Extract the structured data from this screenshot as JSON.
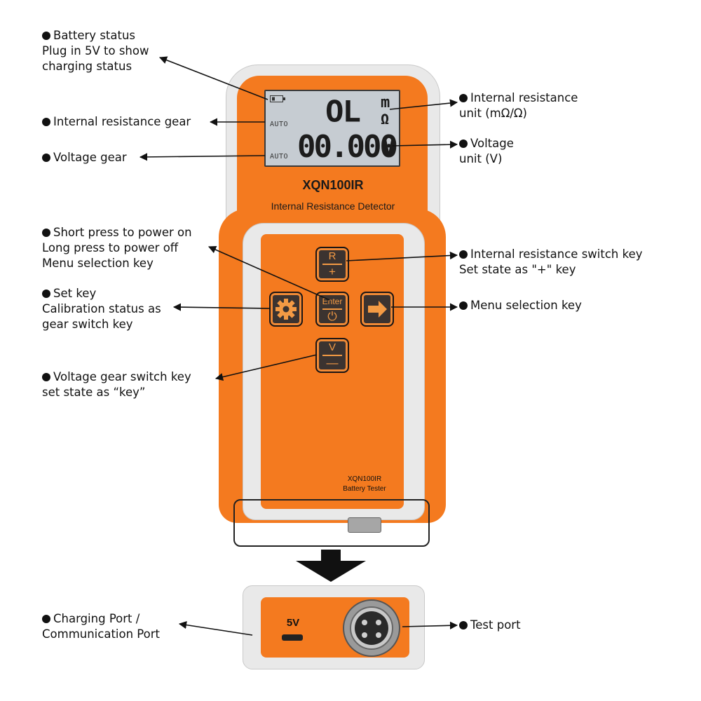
{
  "device": {
    "model": "XQN100IR",
    "subtitle": "Internal Resistance Detector",
    "bottom_label_1": "XQN100IR",
    "bottom_label_2": "Battery Tester",
    "port_label": "5V"
  },
  "lcd": {
    "reading_resistance": "OL",
    "reading_voltage": "00.000",
    "unit_milli": "m",
    "unit_ohm": "Ω",
    "unit_volt": "V",
    "gear_resistance": "AUTO",
    "gear_voltage": "AUTO"
  },
  "keys": {
    "r_top": "R",
    "r_bot": "+",
    "enter_top": "Enter",
    "enter_bot": "⏻",
    "v_top": "V",
    "v_bot": "—"
  },
  "callouts": {
    "battery_status": [
      "Battery status",
      "Plug in 5V to show",
      "charging status"
    ],
    "ir_gear": [
      "Internal resistance gear"
    ],
    "voltage_gear": [
      "Voltage gear"
    ],
    "power": [
      "Short press to power on",
      "Long press to power off",
      "Menu selection key"
    ],
    "set_key": [
      "Set key",
      "Calibration status as",
      "gear switch key"
    ],
    "voltage_switch": [
      "Voltage gear switch key",
      "set state as “key”"
    ],
    "ir_unit": [
      "Internal resistance",
      "unit (mΩ/Ω)"
    ],
    "volt_unit": [
      "Voltage",
      "unit (V)"
    ],
    "ir_switch": [
      "Internal resistance switch key",
      "Set state as \"+\" key"
    ],
    "menu_key": [
      "Menu selection key"
    ],
    "charging_port": [
      "Charging Port /",
      "Communication Port"
    ],
    "test_port": [
      "Test port"
    ]
  },
  "colors": {
    "body_orange": "#f47a1f",
    "shell_gray": "#e9e9e9",
    "key_dark": "#3b3330",
    "lcd_bg": "#c6ccd2"
  }
}
